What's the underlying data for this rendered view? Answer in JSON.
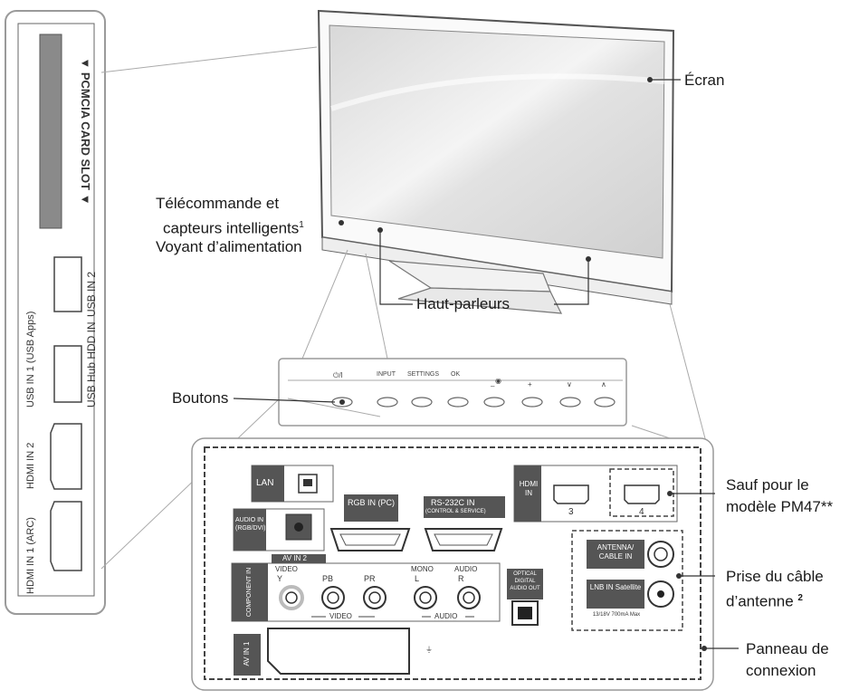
{
  "callouts": {
    "screen": "Écran",
    "remote_line1": "Télécommande et",
    "remote_line2": "capteurs intelligents",
    "remote_sup": "1",
    "power_led": "Voyant d’alimentation",
    "speakers": "Haut-parleurs",
    "buttons": "Boutons",
    "except_line1": "Sauf pour le",
    "except_line2": "modèle PM47**",
    "antenna_line1": "Prise du câble",
    "antenna_line2": "d’antenne",
    "antenna_sup": "2",
    "panel_line1": "Panneau de",
    "panel_line2": "connexion"
  },
  "side_panel": {
    "pcmcia": "▼ PCMCIA CARD SLOT ▼",
    "usb2": "USB IN 2",
    "usb1": "USB IN 1 (USB Apps)",
    "usb_hdd": "USB Hub HDD IN",
    "hdmi2": "HDMI IN 2",
    "hdmi1": "HDMI IN 1 (ARC)"
  },
  "button_strip": {
    "power": "⏻/I",
    "input": "INPUT",
    "settings": "SETTINGS",
    "ok": "OK"
  },
  "back_panel": {
    "lan": "LAN",
    "hdmi_in": "HDMI IN",
    "hdmi3": "3",
    "hdmi4": "4",
    "audio_in": "AUDIO IN (RGB/DVI)",
    "rgb_in": "RGB IN (PC)",
    "rs232c": "RS-232C IN",
    "rs232c_sub": "(CONTROL & SERVICE)",
    "av_in2": "AV IN 2",
    "video_top": "VIDEO",
    "mono": "MONO",
    "audio_top": "AUDIO",
    "component_in": "COMPONENT IN",
    "y": "Y",
    "pb": "PB",
    "pr": "PR",
    "l": "L",
    "r": "R",
    "video_bottom": "VIDEO",
    "audio_bottom": "AUDIO",
    "optical": "OPTICAL DIGITAL AUDIO OUT",
    "antenna_cable": "ANTENNA/ CABLE IN",
    "lnb": "LNB IN Satellite",
    "lnb_spec": "13/18V 700mA Max",
    "av_in1": "AV IN 1"
  }
}
